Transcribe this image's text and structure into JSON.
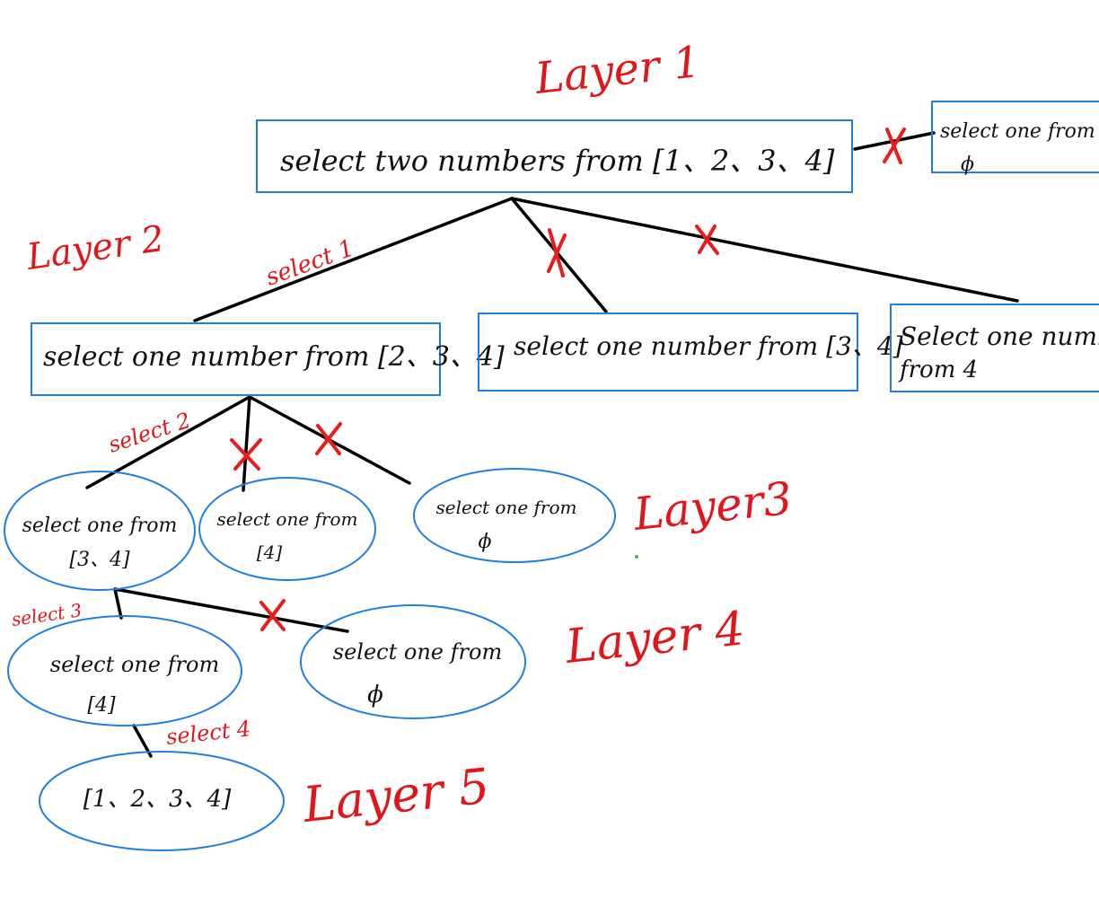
{
  "colors": {
    "node_border": "#1f7fe0",
    "edge": "#000000",
    "annotation": "#e0161b",
    "node_text": "#111111"
  },
  "layers": {
    "l1": "Layer 1",
    "l2": "Layer 2",
    "l3": "Layer3",
    "l4": "Layer 4",
    "l5": "Layer 5"
  },
  "nodes": {
    "root": "select two numbers from [1、2、3、4]",
    "root_side": {
      "line1": "select one from",
      "line2": "ϕ"
    },
    "l2_a": "select one number from [2、3、4]",
    "l2_b": "select one number from [3、4]",
    "l2_c": {
      "line1": "Select one number",
      "line2": "from 4"
    },
    "l3_a": {
      "line1": "select one from",
      "line2": "[3、4]"
    },
    "l3_b": {
      "line1": "select one from",
      "line2": "[4]"
    },
    "l3_c": {
      "line1": "select one from",
      "line2": "ϕ"
    },
    "l4_a": {
      "line1": "select one from",
      "line2": "[4]"
    },
    "l4_b": {
      "line1": "select one from",
      "line2": "ϕ"
    },
    "l5_a": "[1、2、3、4]"
  },
  "edges": {
    "select_1": "select 1",
    "select_2": "select 2",
    "select_3": "select 3",
    "select_4": "select 4"
  }
}
